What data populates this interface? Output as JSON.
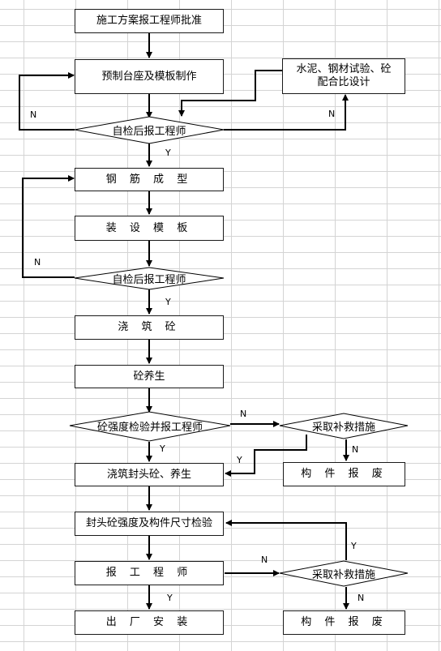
{
  "nodes": {
    "approval": "施工方案报工程师批准",
    "precast": "预制台座及模板制作",
    "material_test": "水泥、钢材试验、砼配合比设计",
    "check1": "自检后报工程师",
    "rebar": "钢 筋 成 型",
    "formwork": "装 设 模 板",
    "check2": "自检后报工程师",
    "pour": "浇 筑 砼",
    "cure": "砼养生",
    "strength_check": "砼强度检验并报工程师",
    "remedy1": "采取补救措施",
    "seal_pour": "浇筑封头砼、养生",
    "scrap1": "构 件 报 废",
    "seal_check": "封头砼强度及构件尺寸检验",
    "report": "报 工 程 师",
    "remedy2": "采取补救措施",
    "ship": "出 厂 安 装",
    "scrap2": "构 件 报 废"
  },
  "edge_labels": {
    "n1": "N",
    "n2": "N",
    "y1": "Y",
    "n3": "N",
    "y2": "Y",
    "n4": "N",
    "y3": "Y",
    "y4": "Y",
    "n5": "N",
    "n6": "N",
    "y5": "Y",
    "y6": "Y",
    "n7": "N"
  }
}
